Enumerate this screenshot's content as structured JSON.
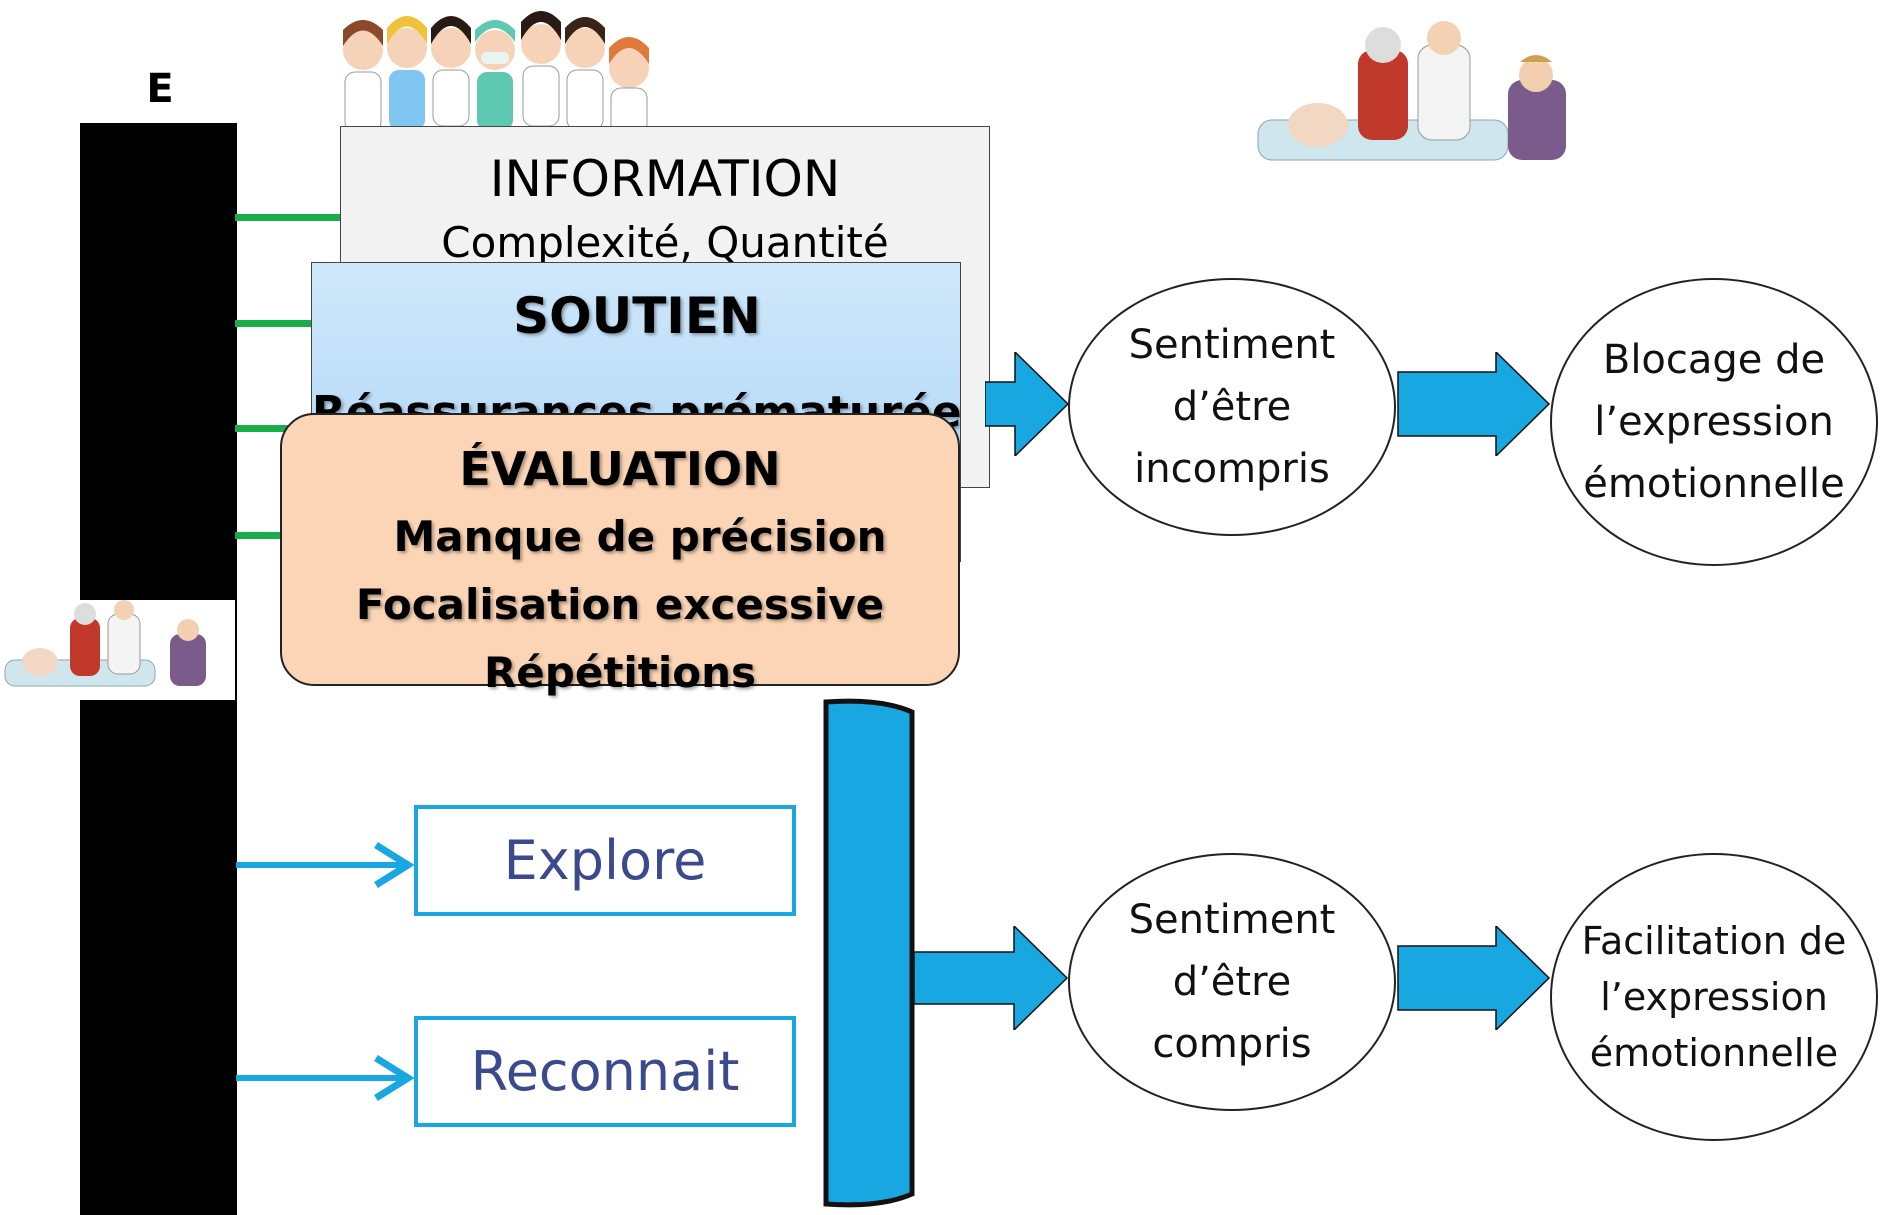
{
  "left_bar": {
    "letter": "E"
  },
  "boxes": {
    "information": {
      "title": "INFORMATION",
      "subtitle": "Complexité, Quantité"
    },
    "soutien": {
      "title": "SOUTIEN",
      "line": "Réassurances prématurées"
    },
    "evaluation": {
      "title": "ÉVALUATION",
      "lines": [
        "Manque de précision",
        "Focalisation excessive",
        "Répétitions"
      ]
    }
  },
  "actions": {
    "explore": "Explore",
    "reconnait": "Reconnait"
  },
  "outcomes_top": {
    "feeling": [
      "Sentiment",
      "d’être",
      "incompris"
    ],
    "result": [
      "Blocage de",
      "l’expression",
      "émotionnelle"
    ]
  },
  "outcomes_bottom": {
    "feeling": [
      "Sentiment",
      "d’être",
      "compris"
    ],
    "result": [
      "Facilitation de",
      "l’expression",
      "émotionnelle"
    ]
  },
  "colors": {
    "bar": "#000000",
    "green_tick": "#1aab4b",
    "blue": "#18a7e0",
    "evaluation_fill": "#fbd5b5",
    "soutien_fill": "#b9dcf8",
    "info_fill": "#f2f2f2"
  },
  "icons": [
    "medical-staff-group-illustration",
    "hospital-bedside-family-illustration"
  ]
}
